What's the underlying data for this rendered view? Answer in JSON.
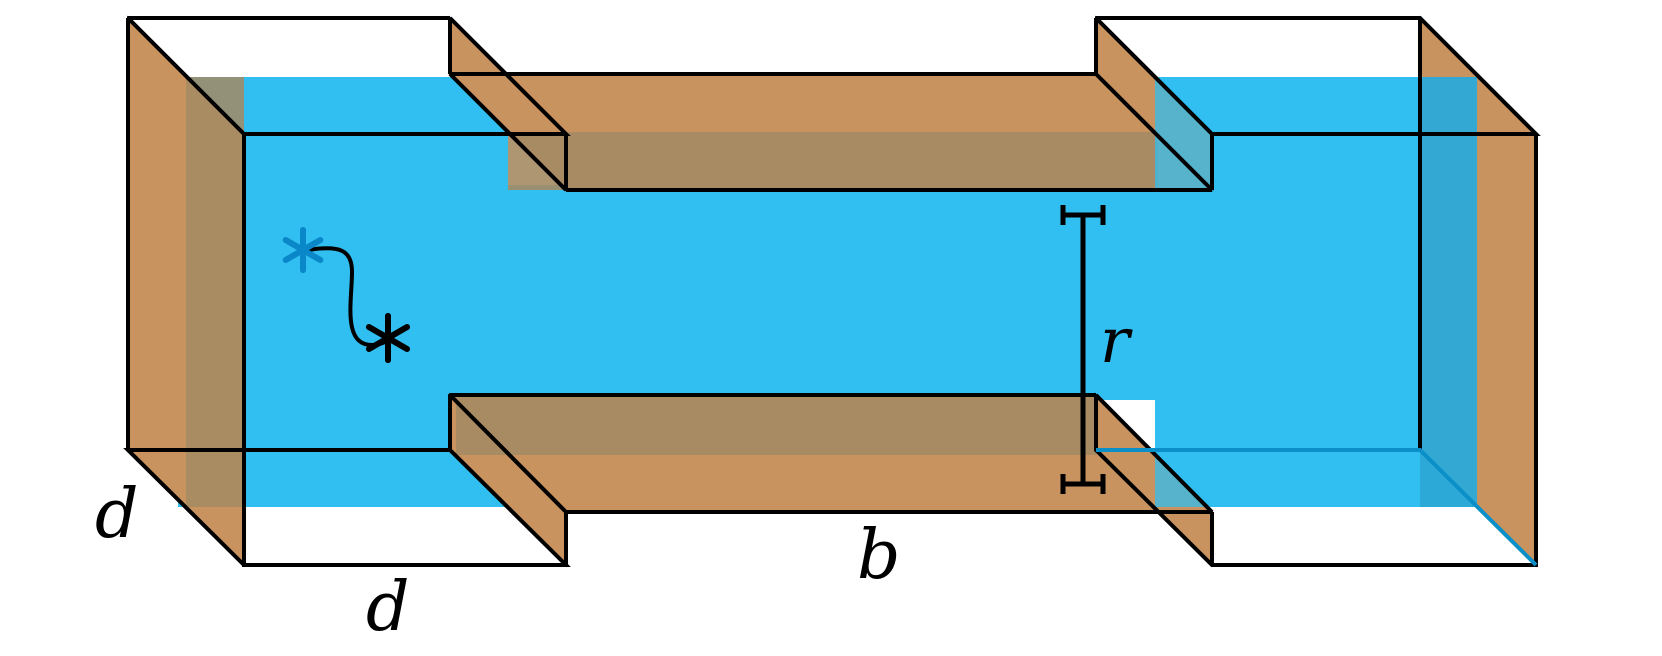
{
  "labels": {
    "d_left": "d",
    "d_bottom": "d",
    "b": "b",
    "r": "r"
  },
  "colors": {
    "water": "#31BEF0",
    "wall": "#C8935F",
    "wall_shadow": "#A58B64",
    "outline": "#000000",
    "start_marker": "#0A87C8",
    "end_marker": "#000000"
  },
  "markers": {
    "start_icon": "asterisk-icon",
    "end_icon": "asterisk-icon"
  }
}
